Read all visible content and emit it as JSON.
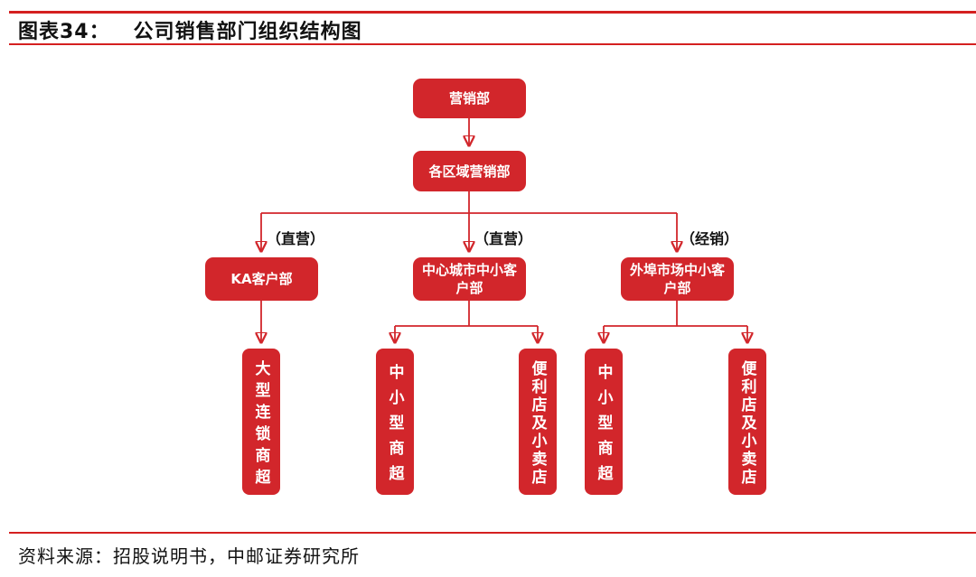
{
  "header": {
    "figure_label": "图表34：",
    "title": "公司销售部门组织结构图"
  },
  "org_chart": {
    "type": "organization-tree",
    "root_label": "营销部",
    "region_label": "各区域营销部",
    "branches": [
      {
        "channel_tag": "（直营）",
        "dept_label": "KA客户部",
        "children": [
          "大型连锁商超"
        ]
      },
      {
        "channel_tag": "（直营）",
        "dept_label": "中心城市中小客户部",
        "children": [
          "中小型商超",
          "便利店及小卖店"
        ]
      },
      {
        "channel_tag": "（经销）",
        "dept_label": "外埠市场中小客户部",
        "children": [
          "中小型商超",
          "便利店及小卖店"
        ]
      }
    ]
  },
  "footer": {
    "source": "资料来源：招股说明书，中邮证券研究所"
  },
  "colors": {
    "node_fill_red": "#D2262B",
    "connector_red": "#D2262B",
    "rule_red": "#D42020",
    "node_text": "#FFFFFF",
    "body_text": "#111111"
  }
}
